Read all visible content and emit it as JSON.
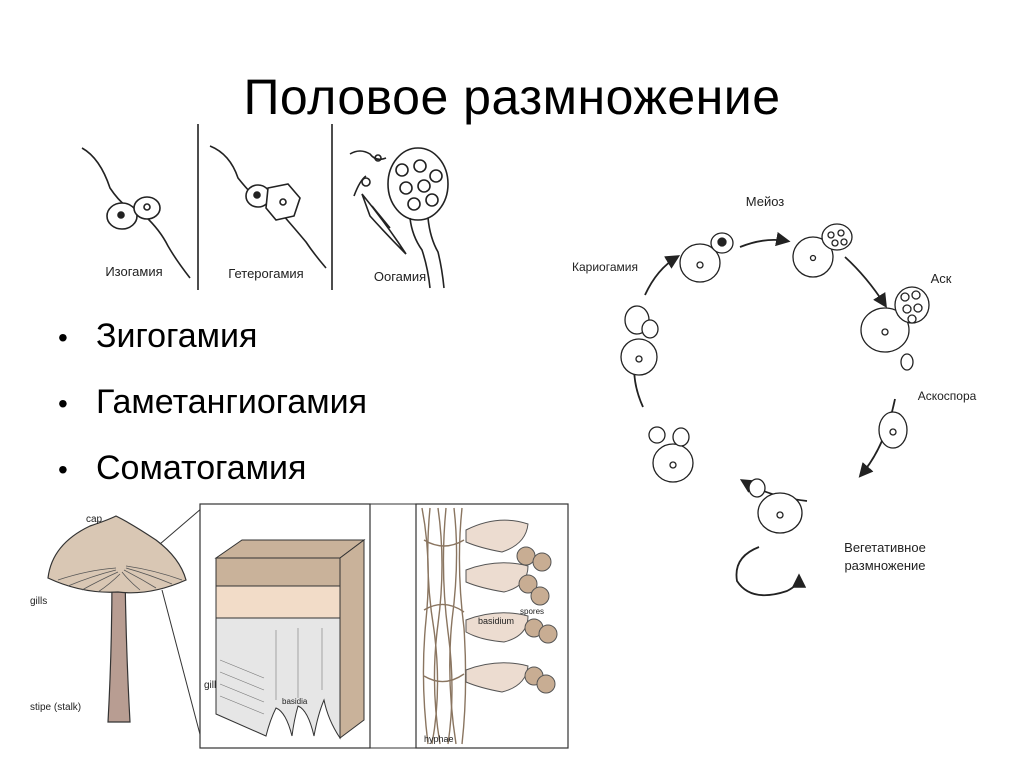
{
  "slide": {
    "title": "Половое размножение",
    "bullets": [
      "Зигогамия",
      "Гаметангиогамия",
      "Соматогамия"
    ]
  },
  "gamy_figure": {
    "labels": [
      "Изогамия",
      "Гетерогамия",
      "Оогамия"
    ]
  },
  "life_cycle": {
    "labels": {
      "meiosis": "Мейоз",
      "karyogamy": "Кариогамия",
      "ascus": "Аск",
      "ascospore": "Аскоспора",
      "vegetative_line1": "Вегетативное",
      "vegetative_line2": "размножение"
    }
  },
  "mushroom": {
    "labels": {
      "cap": "cap",
      "gills": "gills",
      "stipe": "stipe (stalk)",
      "gill": "gill",
      "basidia": "basidia",
      "spores": "spores",
      "basidium": "basidium",
      "hyphae": "hyphae"
    },
    "colors": {
      "cap": "#d9c7b4",
      "stipe": "#b89d92",
      "gill_block_top": "#c9b29a",
      "gill_block_band": "#f2dcc8",
      "spore": "#c8ad93",
      "basidium": "#ecdcd0",
      "hypha": "#e5d4c2"
    }
  }
}
